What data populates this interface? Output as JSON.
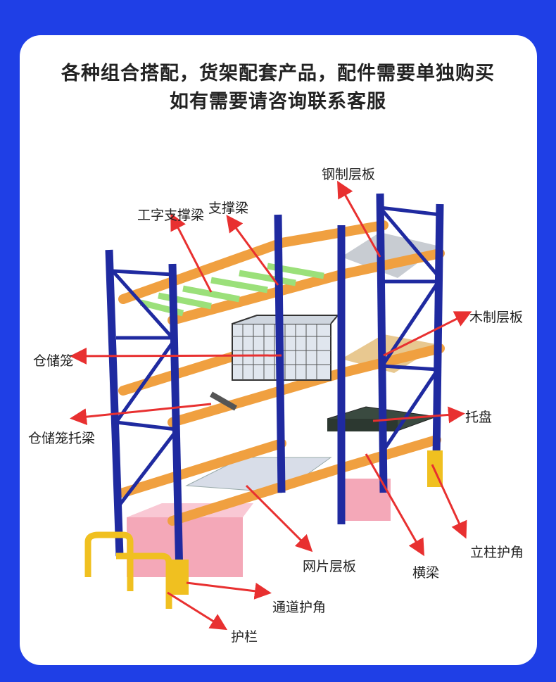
{
  "header": {
    "line1": "各种组合搭配，货架配套产品，配件需要单独购买",
    "line2": "如有需要请咨询联系客服"
  },
  "labels": {
    "steel_shelf": "钢制层板",
    "i_beam_support": "工字支撑梁",
    "support_beam": "支撑梁",
    "wood_shelf": "木制层板",
    "storage_cage": "仓储笼",
    "pallet": "托盘",
    "cage_beam": "仓储笼托梁",
    "upright_guard": "立柱护角",
    "mesh_shelf": "网片层板",
    "cross_beam": "横梁",
    "aisle_guard": "通道护角",
    "guardrail": "护栏"
  },
  "colors": {
    "background": "#1f3fe6",
    "upright": "#1f2aa0",
    "beam": "#f0a040",
    "support_green": "#9be07a",
    "arrow": "#e83030",
    "guard_yellow": "#f0c020"
  }
}
